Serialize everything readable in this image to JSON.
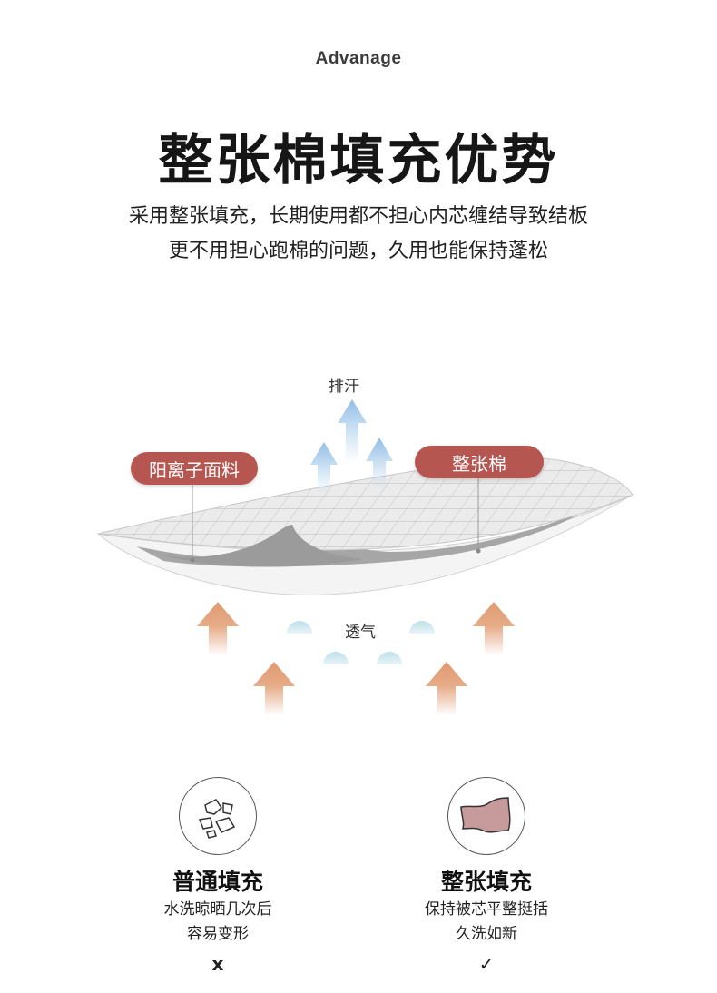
{
  "header": {
    "eyebrow": "Advanage",
    "title": "整张棉填充优势",
    "subtitle_line1": "采用整张填充，长期使用都不担心内芯缠结导致结板",
    "subtitle_line2": "更不用担心跑棉的问题，久用也能保持蓬松"
  },
  "diagram": {
    "label_sweat": "排汗",
    "label_breath": "透气",
    "pill_left": "阳离子面料",
    "pill_right": "整张棉",
    "colors": {
      "pill": "#b55650",
      "arrow_up_blue": "#a9cdea",
      "arrow_warm": "#e3a27a",
      "bubble": "#cfe7ee"
    }
  },
  "features": [
    {
      "icon": "broken-filling-icon",
      "title": "普通填充",
      "desc_line1": "水洗晾晒几次后",
      "desc_line2": "容易变形",
      "mark": "x"
    },
    {
      "icon": "whole-sheet-icon",
      "title": "整张填充",
      "desc_line1": "保持被芯平整挺括",
      "desc_line2": "久洗如新",
      "mark": "✓"
    }
  ]
}
